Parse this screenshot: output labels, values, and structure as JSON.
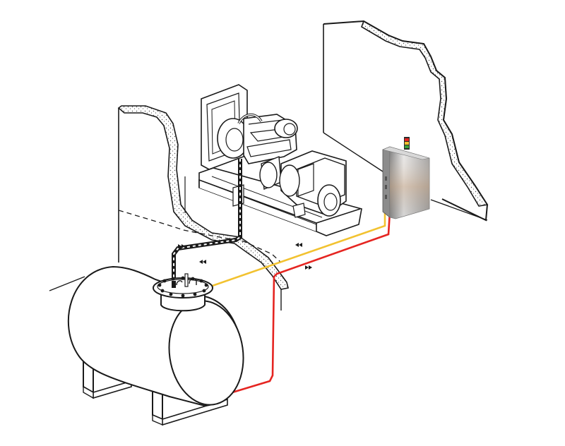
{
  "diagram": {
    "components": [
      {
        "id": "fuel_tank",
        "name": "fuel-tank"
      },
      {
        "id": "tank_manway",
        "name": "tank-manway-flange"
      },
      {
        "id": "generator_set",
        "name": "diesel-generator-set"
      },
      {
        "id": "control_cabinet",
        "name": "fuel-control-cabinet"
      },
      {
        "id": "indicator_light",
        "name": "status-indicator-light"
      }
    ],
    "lines": [
      {
        "id": "supply_hose",
        "name": "fuel-supply-line",
        "color": "#1a1a1a"
      },
      {
        "id": "signal_line",
        "name": "level-signal-line",
        "color": "#f2c230"
      },
      {
        "id": "power_line",
        "name": "power-line",
        "color": "#e52521"
      }
    ],
    "colors": {
      "outline": "#1a1a1a",
      "wall_fill": "#ffffff",
      "stipple": "#555555",
      "signal": "#f2c230",
      "power": "#e52521",
      "cabinet_light": "#f2f2f2",
      "cabinet_dark": "#a9a9a9",
      "cabinet_warm": "#c8a88a",
      "indicator_red": "#e52521",
      "indicator_green": "#3aa13a"
    },
    "flow_arrow_icon": "double-chevron-icon"
  }
}
